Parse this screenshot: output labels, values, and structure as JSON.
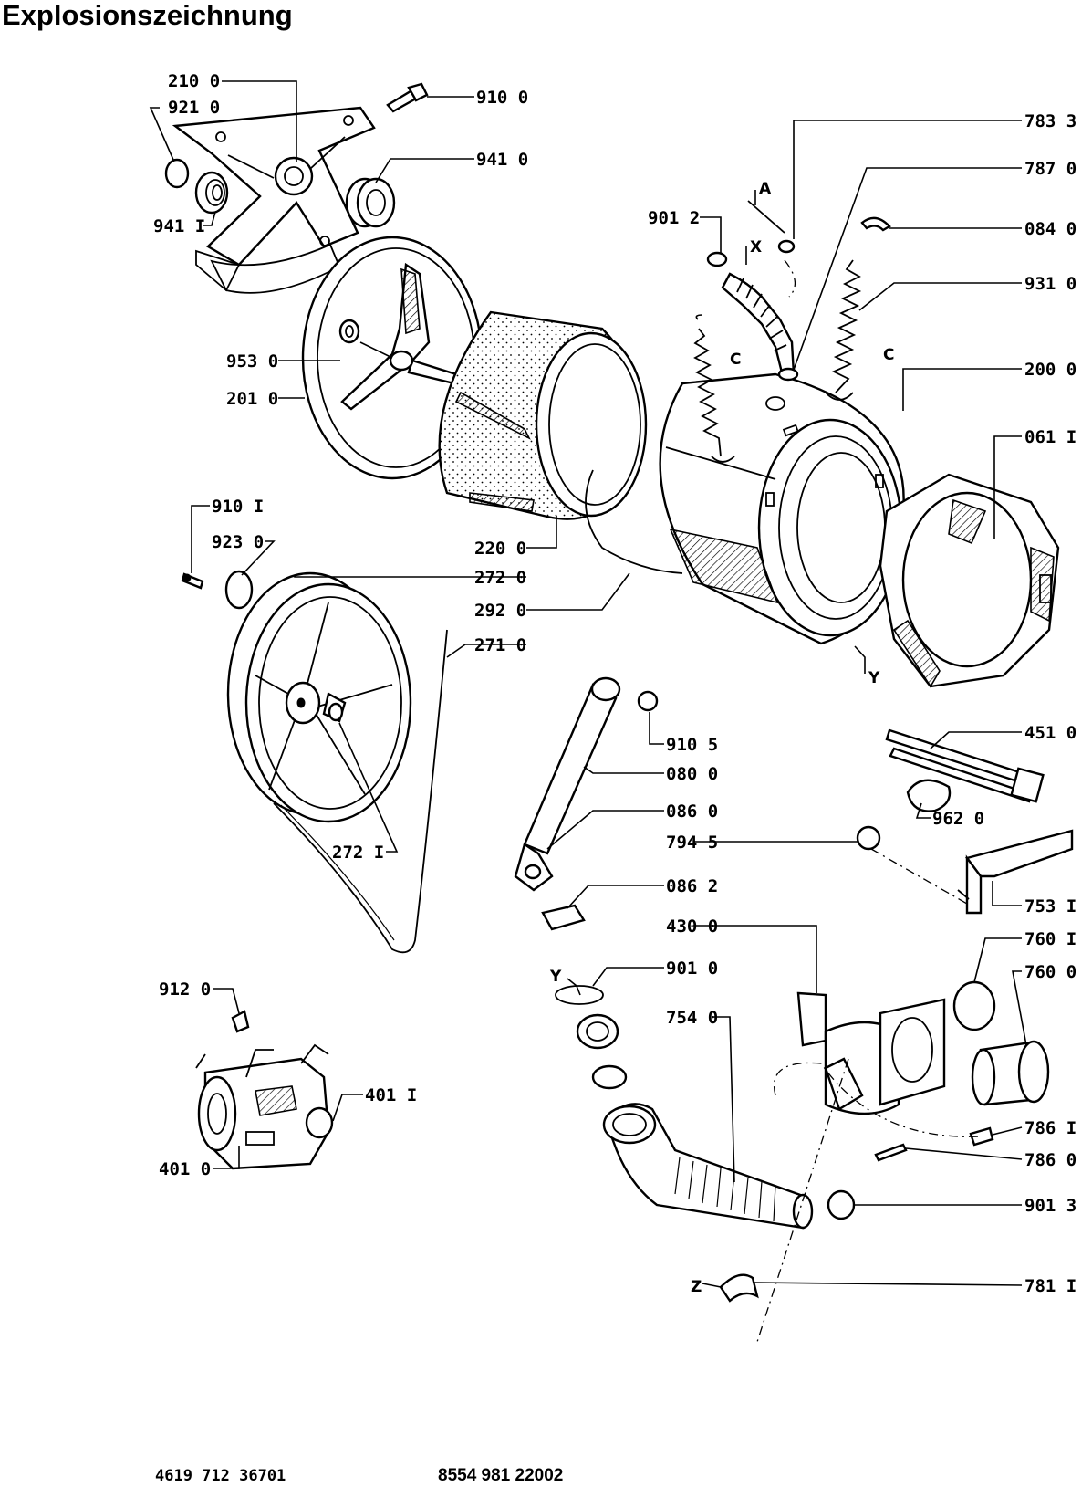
{
  "title": "Explosionszeichnung",
  "footer": {
    "code_left": "4619 712 36701",
    "code_right": "8554 981 22002"
  },
  "labels": [
    {
      "id": "p2100",
      "text": "210 0"
    },
    {
      "id": "p9210",
      "text": "921 0"
    },
    {
      "id": "p9100",
      "text": "910 0"
    },
    {
      "id": "p9410",
      "text": "941 0"
    },
    {
      "id": "p9411",
      "text": "941 I"
    },
    {
      "id": "p7833",
      "text": "783 3"
    },
    {
      "id": "p7870",
      "text": "787 0"
    },
    {
      "id": "p9012",
      "text": "901 2"
    },
    {
      "id": "p0840",
      "text": "084 0"
    },
    {
      "id": "p9310",
      "text": "931 0"
    },
    {
      "id": "p9530",
      "text": "953 0"
    },
    {
      "id": "p2010",
      "text": "201 0"
    },
    {
      "id": "p2000",
      "text": "200 0"
    },
    {
      "id": "p0611",
      "text": "061 I"
    },
    {
      "id": "p9101",
      "text": "910 I"
    },
    {
      "id": "p9230",
      "text": "923 0"
    },
    {
      "id": "p2200",
      "text": "220 0"
    },
    {
      "id": "p2720",
      "text": "272 0"
    },
    {
      "id": "p2920",
      "text": "292 0"
    },
    {
      "id": "p2710",
      "text": "271 0"
    },
    {
      "id": "p4510",
      "text": "451 0"
    },
    {
      "id": "p9105",
      "text": "910 5"
    },
    {
      "id": "p0800",
      "text": "080 0"
    },
    {
      "id": "p0860",
      "text": "086 0"
    },
    {
      "id": "p9620",
      "text": "962 0"
    },
    {
      "id": "p7945",
      "text": "794 5"
    },
    {
      "id": "p2721",
      "text": "272 I"
    },
    {
      "id": "p7531",
      "text": "753 I"
    },
    {
      "id": "p0862",
      "text": "086 2"
    },
    {
      "id": "p4300",
      "text": "430 0"
    },
    {
      "id": "p7601",
      "text": "760 I"
    },
    {
      "id": "p9010",
      "text": "901 0"
    },
    {
      "id": "p7600",
      "text": "760 0"
    },
    {
      "id": "p9120",
      "text": "912 0"
    },
    {
      "id": "p7540",
      "text": "754 0"
    },
    {
      "id": "p4011",
      "text": "401 I"
    },
    {
      "id": "p7861",
      "text": "786 I"
    },
    {
      "id": "p4010",
      "text": "401 0"
    },
    {
      "id": "p7860",
      "text": "786 0"
    },
    {
      "id": "p9013",
      "text": "901 3"
    },
    {
      "id": "p7811",
      "text": "781 I"
    }
  ],
  "markers": {
    "A": "A",
    "X": "X",
    "C_left": "C",
    "C_right": "C",
    "Y_drum": "Y",
    "Y_pump": "Y",
    "Z": "Z"
  }
}
